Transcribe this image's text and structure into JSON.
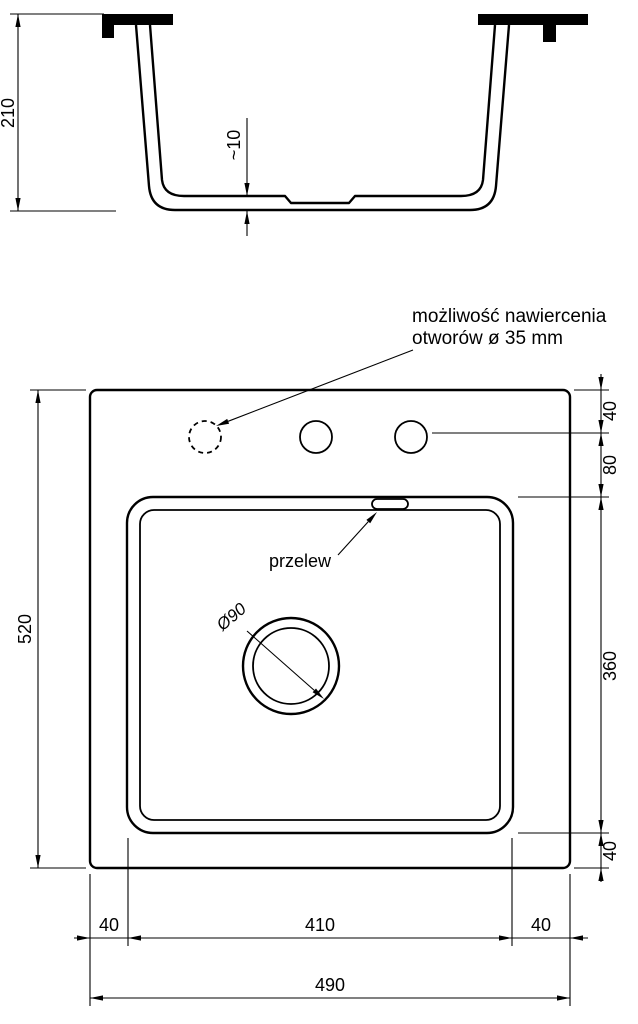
{
  "drawing": {
    "annotations": {
      "drill_note_line1": "możliwość nawiercenia",
      "drill_note_line2": "otworów ø 35 mm",
      "overflow_label": "przelew",
      "drain_label": "Ø90"
    },
    "dimensions": {
      "section_height": "210",
      "bottom_thickness": "~10",
      "overall_height": "520",
      "edge_to_holes": "40",
      "holes_to_bowl": "80",
      "bowl_length": "360",
      "bowl_to_edge": "40",
      "left_margin": "40",
      "bowl_width": "410",
      "right_margin": "40",
      "overall_width": "490"
    },
    "colors": {
      "ink": "#000000",
      "background": "#ffffff"
    }
  }
}
